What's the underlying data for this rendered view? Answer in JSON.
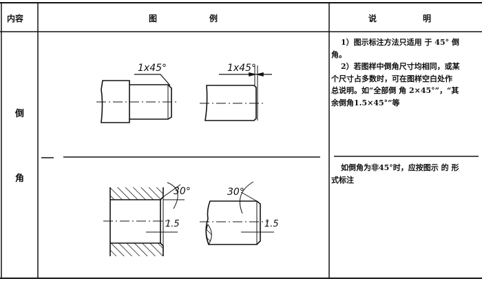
{
  "header": {
    "col_content": "内容",
    "col_figure_1": "图",
    "col_figure_2": "例",
    "col_desc_1": "说",
    "col_desc_2": "明"
  },
  "row": {
    "label_1": "倒",
    "label_2": "角"
  },
  "section1": {
    "desc_lines": [
      "1）图示标注方法只适用 于 45° 倒",
      "角。",
      "2）若图样中倒角尺寸均相同，或某",
      "个尺寸占多数时，可在图样空白处作",
      "总说明。如“全部倒 角 2×45°”，“其",
      "余倒角1.5×45°”等"
    ],
    "fig_label_a": "1x45°",
    "fig_label_b": "1x45°"
  },
  "section2": {
    "desc_lines": [
      "如倒角为非45°时，应按图示 的 形",
      "式标注"
    ],
    "angle_a": "30°",
    "dim_a": "1.5",
    "angle_b": "30°",
    "dim_b": "1.5"
  }
}
